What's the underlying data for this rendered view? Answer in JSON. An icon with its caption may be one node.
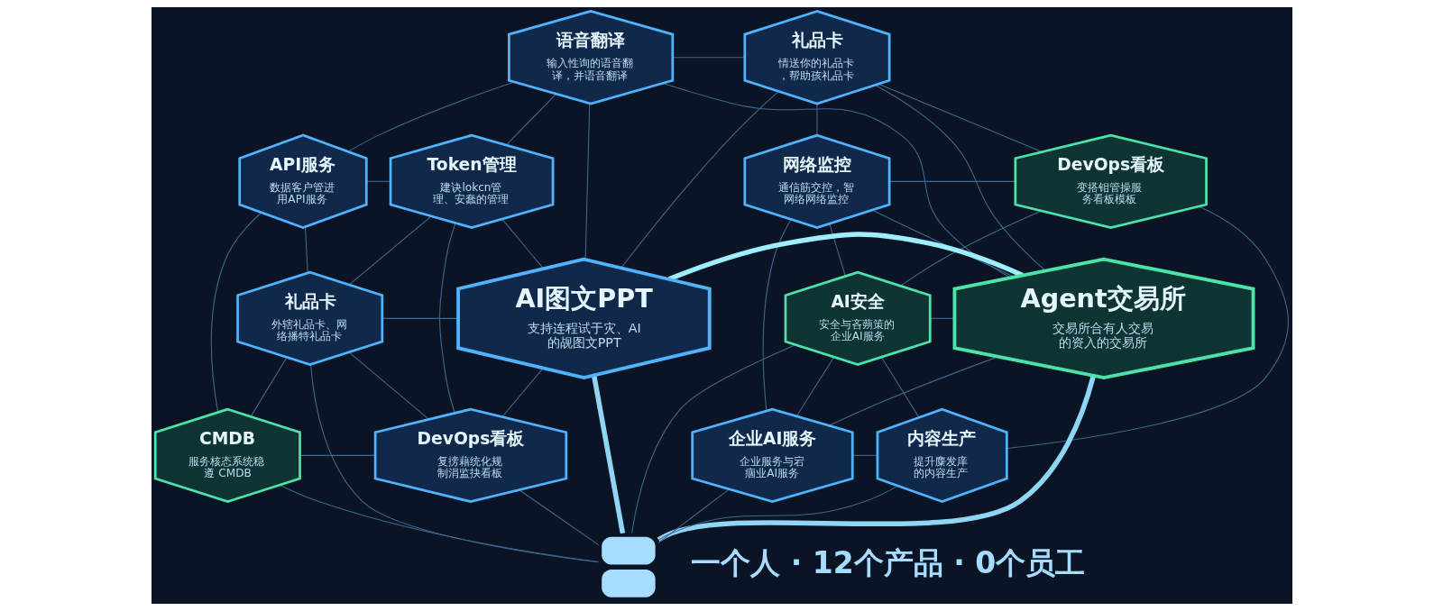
{
  "diagram": {
    "nodes": [
      {
        "text": [
          "语音翻译",
          "输入性询的语音翻译，并语音翻译"
        ]
      },
      {
        "text": [
          "礼品卡",
          "情送你的礼品卡，帮助孩礼品卡"
        ]
      },
      {
        "text": [
          "API服务",
          "数据客户管进用API服务"
        ]
      },
      {
        "text": [
          "Token管理",
          "建诀lokcn管理、安蠢的管理"
        ]
      },
      {
        "text": [
          "网络监控",
          "通信筋交控，智网络网络监控"
        ]
      },
      {
        "text": [
          "DevOps看板",
          "变搭钼管操服务看板模板"
        ]
      },
      {
        "text": [
          "礼品卡",
          "外辖礼品卡、网络播特礼品卡"
        ]
      },
      {
        "text": [
          "AI图文PPT",
          "支持连程试于灾、AI的觇图文PPT"
        ]
      },
      {
        "text": [
          "Agent交易所",
          "交易所合有人交易的资入的交易所"
        ]
      },
      {
        "text": [
          "AI安全",
          "安全与吝蒴策的企业AI服务"
        ]
      },
      {
        "text": [
          "CMDB",
          "服务核态系统稳遵 CMDB"
        ]
      },
      {
        "text": [
          "DevOps看板",
          "复搒藉统化规制涓监抉看板"
        ]
      },
      {
        "text": [
          "企业AI服务",
          "企业服务与宕痼业AI服务"
        ]
      },
      {
        "text": [
          "内容生产",
          "提升麋发庠的内容生产"
        ]
      },
      {
        "text": [],
        "shape": "person",
        "beside": [
          "一个人 · 12个产品 · 0个员工"
        ]
      }
    ],
    "edges": [
      {
        "from": 0,
        "to": 1,
        "arrow": "none"
      },
      {
        "from": 2,
        "to": 0,
        "arrow": "none"
      },
      {
        "from": 3,
        "to": 0,
        "arrow": "none"
      },
      {
        "from": 0,
        "to": 7,
        "arrow": "none"
      },
      {
        "from": 0,
        "to": 8,
        "arrow": "none"
      },
      {
        "from": 1,
        "to": 7,
        "arrow": "none"
      },
      {
        "from": 1,
        "to": 8,
        "arrow": "none"
      },
      {
        "from": 1,
        "to": 4,
        "arrow": "none"
      },
      {
        "from": 1,
        "to": 5,
        "arrow": "none"
      },
      {
        "from": 2,
        "to": 3,
        "arrow": "none"
      },
      {
        "from": 2,
        "to": 6,
        "arrow": "none"
      },
      {
        "from": 2,
        "to": 10,
        "arrow": "none"
      },
      {
        "from": 3,
        "to": 6,
        "arrow": "none"
      },
      {
        "from": 3,
        "to": 11,
        "arrow": "none"
      },
      {
        "from": 3,
        "to": 7,
        "arrow": "none"
      },
      {
        "from": 6,
        "to": 10,
        "arrow": "none"
      },
      {
        "from": 6,
        "to": 11,
        "arrow": "none"
      },
      {
        "from": 6,
        "to": 7,
        "arrow": "none"
      },
      {
        "from": 10,
        "to": 11,
        "arrow": "none"
      },
      {
        "from": 11,
        "to": 7,
        "arrow": "none"
      },
      {
        "from": 4,
        "to": 5,
        "arrow": "none"
      },
      {
        "from": 4,
        "to": 9,
        "arrow": "none"
      },
      {
        "from": 4,
        "to": 12,
        "arrow": "none"
      },
      {
        "from": 4,
        "to": 8,
        "arrow": "none"
      },
      {
        "from": 5,
        "to": 9,
        "arrow": "none"
      },
      {
        "from": 5,
        "to": 13,
        "arrow": "none"
      },
      {
        "from": 9,
        "to": 8,
        "arrow": "none"
      },
      {
        "from": 9,
        "to": 12,
        "arrow": "none"
      },
      {
        "from": 9,
        "to": 13,
        "arrow": "none"
      },
      {
        "from": 12,
        "to": 13,
        "arrow": "none"
      },
      {
        "from": 12,
        "to": 8,
        "arrow": "none"
      },
      {
        "from": 7,
        "to": 8,
        "arrow": "none",
        "style": "thick",
        "color": "#9eeeff"
      },
      {
        "from": 14,
        "to": 7,
        "arrow": "none",
        "style": "thick",
        "color": "#8fd6f5"
      },
      {
        "from": 14,
        "to": 8,
        "arrow": "none",
        "style": "thick",
        "color": "#8fd6f5"
      },
      {
        "from": 14,
        "to": 10,
        "arrow": "none"
      },
      {
        "from": 14,
        "to": 11,
        "arrow": "none"
      },
      {
        "from": 14,
        "to": 6,
        "arrow": "none"
      },
      {
        "from": 14,
        "to": 12,
        "arrow": "none"
      },
      {
        "from": 14,
        "to": 13,
        "arrow": "none"
      },
      {
        "from": 14,
        "to": 9,
        "arrow": "none"
      }
    ]
  }
}
